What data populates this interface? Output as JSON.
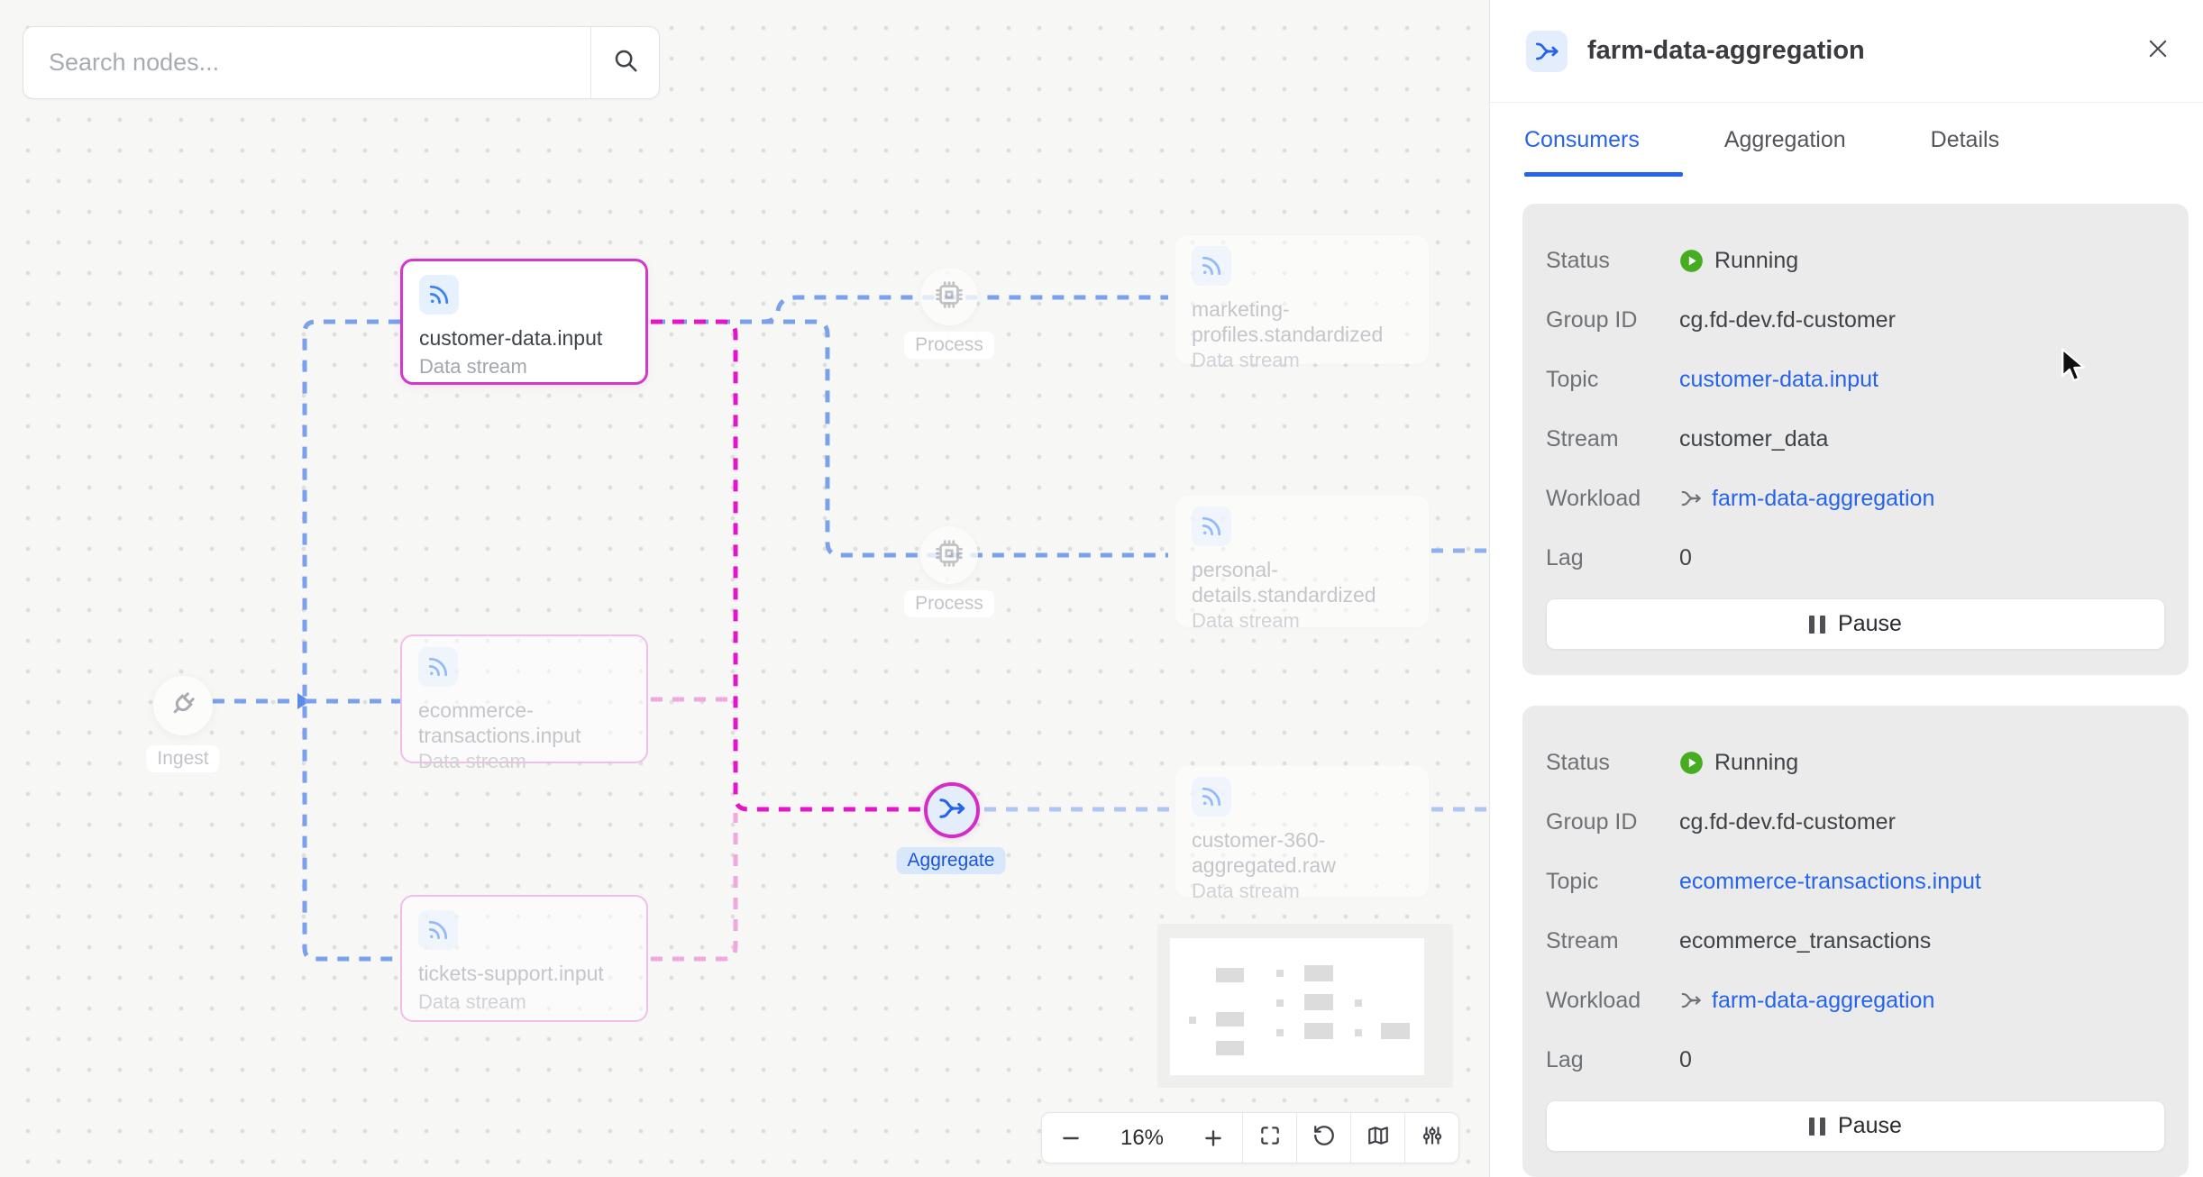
{
  "canvas": {
    "search": {
      "placeholder": "Search nodes..."
    },
    "nodes": {
      "ingest": {
        "label": "Ingest"
      },
      "customer_data": {
        "title": "customer-data.input",
        "subtitle": "Data stream"
      },
      "ecommerce": {
        "title": "ecommerce-transactions.input",
        "subtitle": "Data stream"
      },
      "tickets": {
        "title": "tickets-support.input",
        "subtitle": "Data stream"
      },
      "process_top": {
        "label": "Process"
      },
      "process_mid": {
        "label": "Process"
      },
      "aggregate": {
        "label": "Aggregate"
      },
      "marketing": {
        "title": "marketing-profiles.standardized",
        "subtitle": "Data stream"
      },
      "personal": {
        "title": "personal-details.standardized",
        "subtitle": "Data stream"
      },
      "customer360": {
        "title": "customer-360-aggregated.raw",
        "subtitle": "Data stream"
      }
    },
    "toolbar": {
      "zoom_level": "16%"
    }
  },
  "panel": {
    "title": "farm-data-aggregation",
    "tabs": [
      {
        "label": "Consumers"
      },
      {
        "label": "Aggregation"
      },
      {
        "label": "Details"
      }
    ],
    "row_labels": {
      "status": "Status",
      "group_id": "Group ID",
      "topic": "Topic",
      "stream": "Stream",
      "workload": "Workload",
      "lag": "Lag"
    },
    "consumers": [
      {
        "status": "Running",
        "group_id": "cg.fd-dev.fd-customer",
        "topic": "customer-data.input",
        "stream": "customer_data",
        "workload": "farm-data-aggregation",
        "lag": "0",
        "pause_label": "Pause"
      },
      {
        "status": "Running",
        "group_id": "cg.fd-dev.fd-customer",
        "topic": "ecommerce-transactions.input",
        "stream": "ecommerce_transactions",
        "workload": "farm-data-aggregation",
        "lag": "0",
        "pause_label": "Pause"
      }
    ]
  },
  "colors": {
    "accent_blue": "#2563EB",
    "selected_magenta": "#D338CB",
    "edge_magenta": "#E414C8",
    "edge_pink": "#F2A8DF",
    "edge_blue": "#7AA1EC",
    "edge_blue_light": "#AFC6F2",
    "status_green": "#46AC20",
    "card_bg": "#EBEBEB"
  }
}
